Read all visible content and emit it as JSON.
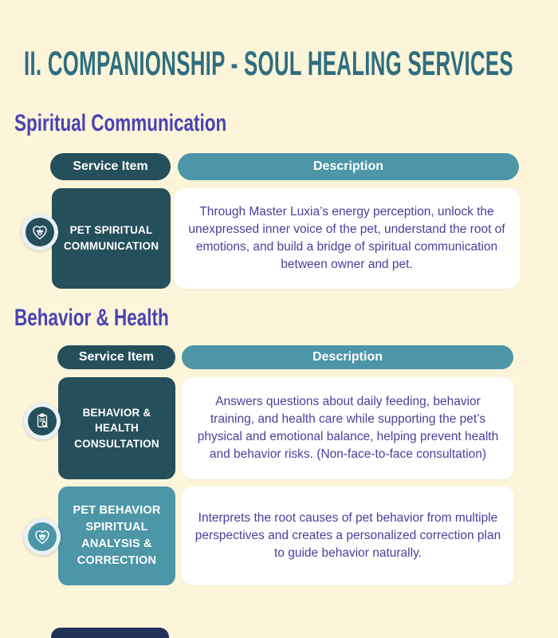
{
  "page": {
    "title": "II. COMPANIONSHIP - SOUL HEALING SERVICES"
  },
  "colors": {
    "background": "#FCF5D9",
    "title_teal": "#2E6E80",
    "heading_indigo": "#4A43B2",
    "dark_teal": "#254F5B",
    "light_teal": "#4C96A8",
    "body_text_purple": "#4A3F9B",
    "card_white": "#FFFFFF",
    "icon_ring": "#EAF1F8"
  },
  "sections": [
    {
      "heading": "Spiritual Communication",
      "table": {
        "service_header": "Service Item",
        "description_header": "Description",
        "rows": [
          {
            "icon": "heart-paw-icon",
            "service": "PET SPIRITUAL COMMUNICATION",
            "description": "Through Master Luxia’s energy perception, unlock the unexpressed inner voice of the pet, understand the root of emotions, and build a bridge of spiritual communication between owner and pet."
          }
        ]
      }
    },
    {
      "heading": "Behavior & Health",
      "table": {
        "service_header": "Service Item",
        "description_header": "Description",
        "rows": [
          {
            "icon": "clipboard-search-icon",
            "service": "BEHAVIOR & HEALTH CONSULTATION",
            "description": "Answers questions about daily feeding, behavior training, and health care while supporting the pet’s physical and emotional balance, helping prevent health and behavior risks. (Non-face-to-face consultation)"
          },
          {
            "icon": "heart-paw-icon",
            "service": "PET BEHAVIOR SPIRITUAL ANALYSIS & CORRECTION",
            "description": "Interprets the root causes of pet behavior from multiple perspectives and creates a personalized correction plan to guide behavior naturally."
          }
        ]
      }
    }
  ]
}
